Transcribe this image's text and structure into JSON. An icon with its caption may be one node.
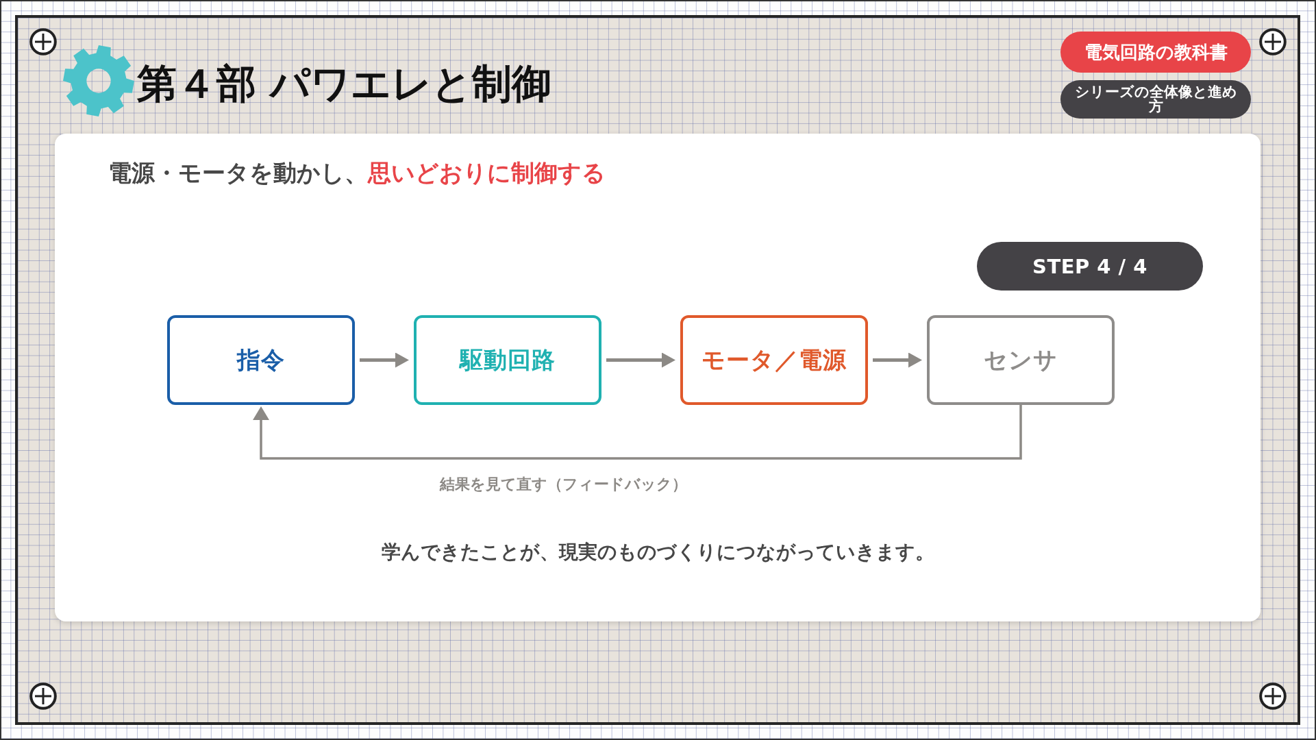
{
  "diagram": {
    "title": "第４部 パワエレと制御",
    "nodes": [
      {
        "text": [
          "電気回路の教科書"
        ]
      },
      {
        "text": [
          "シリーズの全体像と進め方"
        ]
      },
      {
        "text": [
          "電源・モータを動かし、**思いどおりに制御する**",
          "学んできたことが、現実のものづくりにつながっていきます。"
        ]
      },
      {
        "text": [
          "STEP 4 / 4"
        ],
        "in": 2
      },
      {
        "text": [
          "指令"
        ],
        "in": 2
      },
      {
        "text": [
          "駆動回路"
        ],
        "in": 2
      },
      {
        "text": [
          "モータ／電源"
        ],
        "in": 2
      },
      {
        "text": [
          "センサ"
        ],
        "in": 2
      }
    ],
    "edges": [
      {
        "from": 4,
        "to": 5,
        "arrow": "to"
      },
      {
        "from": 5,
        "to": 6,
        "arrow": "to"
      },
      {
        "from": 6,
        "to": 7,
        "arrow": "to"
      },
      {
        "from": 7,
        "to": 4,
        "arrow": "to",
        "label": "結果を見て直す（フィードバック）"
      }
    ]
  }
}
